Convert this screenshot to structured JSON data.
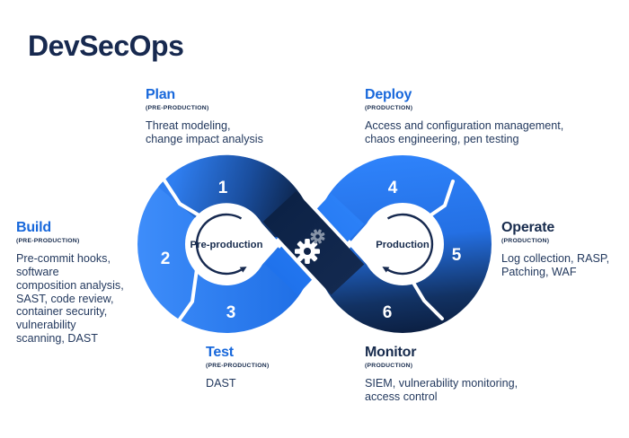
{
  "title": "DevSecOps",
  "colors": {
    "heading_blue": "#1868DB",
    "heading_navy": "#172B4D",
    "body_text": "#23395E",
    "loop_blue_light": "#3E8DFA",
    "loop_blue": "#2173EE",
    "loop_navy": "#0C2246",
    "gear_white": "#FFFFFF",
    "gear_gray": "#8693A6"
  },
  "stages": {
    "plan": {
      "name": "Plan",
      "phase": "(PRE-PRODUCTION)",
      "desc": "Threat modeling,\nchange impact analysis"
    },
    "deploy": {
      "name": "Deploy",
      "phase": "(PRODUCTION)",
      "desc": "Access and configuration management,\nchaos engineering, pen testing"
    },
    "build": {
      "name": "Build",
      "phase": "(PRE-PRODUCTION)",
      "desc": "Pre-commit hooks,\nsoftware\ncomposition analysis,\nSAST, code review,\ncontainer security,\nvulnerability\nscanning, DAST"
    },
    "operate": {
      "name": "Operate",
      "phase": "(PRODUCTION)",
      "desc": "Log collection, RASP,\nPatching, WAF"
    },
    "test": {
      "name": "Test",
      "phase": "(PRE-PRODUCTION)",
      "desc": "DAST"
    },
    "monitor": {
      "name": "Monitor",
      "phase": "(PRODUCTION)",
      "desc": "SIEM, vulnerability monitoring,\naccess control"
    }
  },
  "loop": {
    "left_label": "Pre-production",
    "right_label": "Production",
    "numbers": [
      "1",
      "2",
      "3",
      "4",
      "5",
      "6"
    ]
  }
}
